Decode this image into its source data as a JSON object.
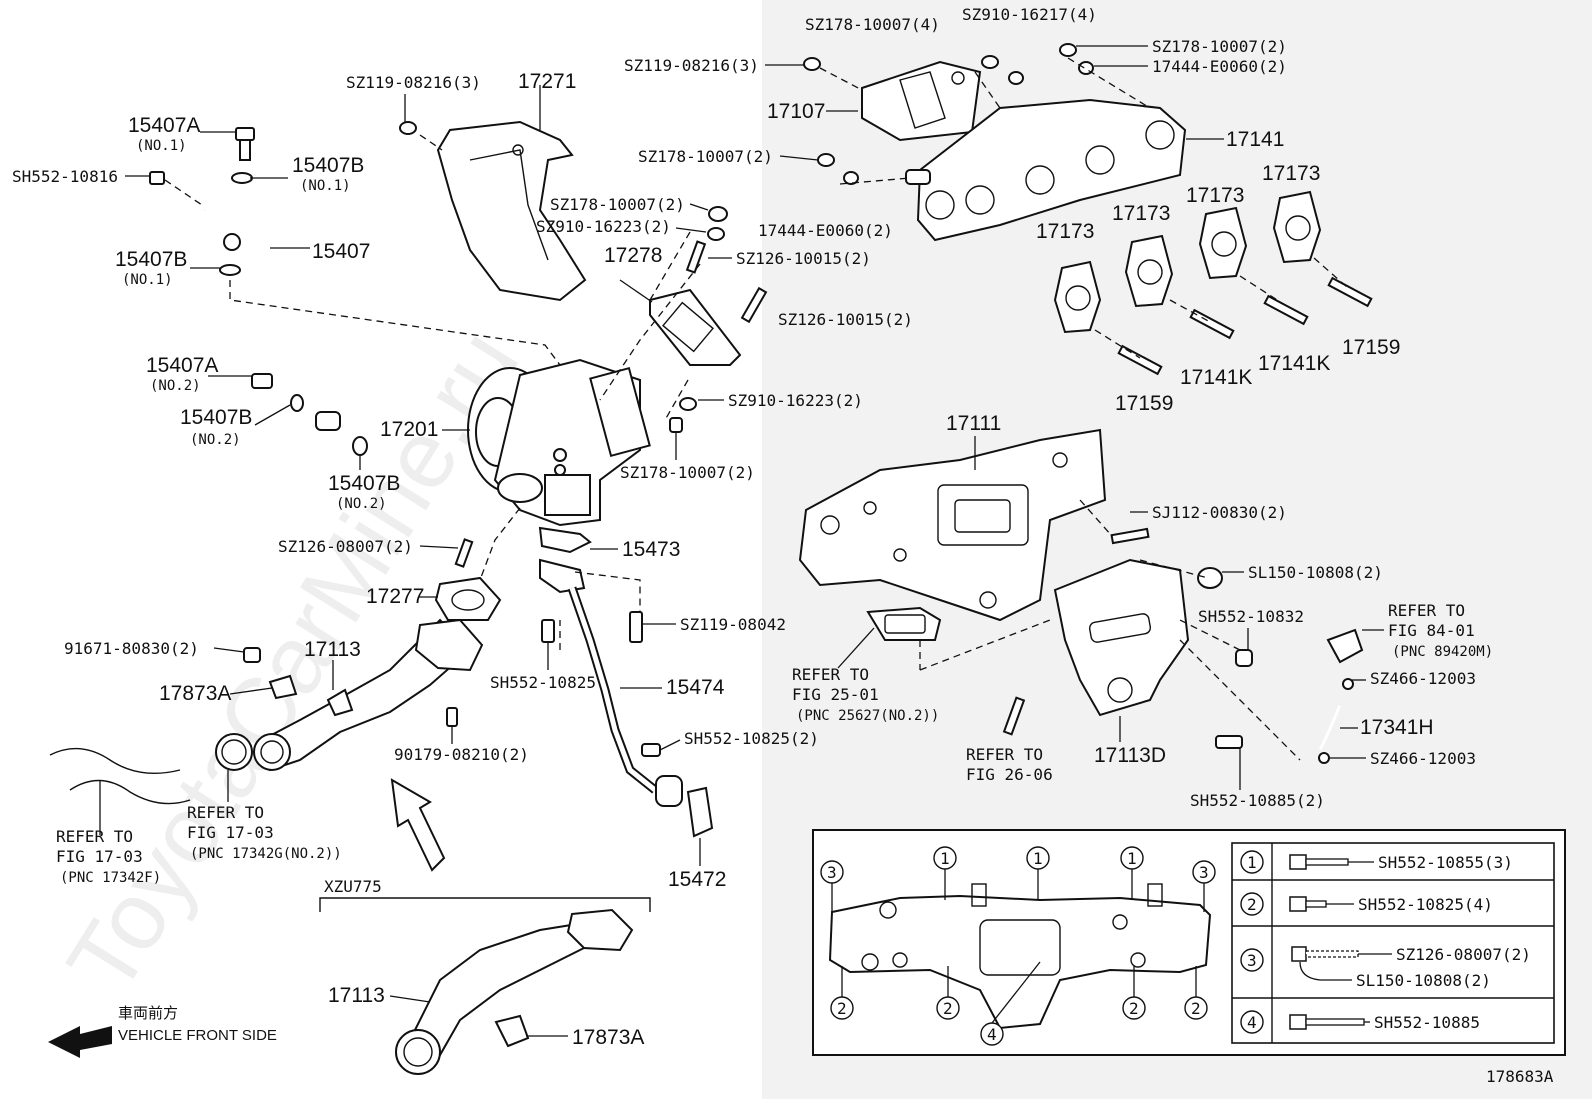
{
  "watermark": "ToyotaCarMine.ru",
  "diagram_id": "178683A",
  "front_side": {
    "jp": "車両前方",
    "en": "VEHICLE FRONT SIDE"
  },
  "variant_label": "XZU775",
  "colors": {
    "line": "#111111",
    "shade": "#f2f2f2"
  },
  "labels": {
    "p17271": "17271",
    "p17107": "17107",
    "p17141": "17141",
    "p17201": "17201",
    "p17278": "17278",
    "p17111": "17111",
    "p17277": "17277",
    "p17113a": "17113",
    "p17113b": "17113",
    "p17873a_1": "17873A",
    "p17873a_2": "17873A",
    "p17113d": "17113D",
    "p17341h": "17341H",
    "p15407": "15407",
    "p15473": "15473",
    "p15474": "15474",
    "p15472": "15472",
    "p17159a": "17159",
    "p17159b": "17159",
    "p17141k_a": "17141K",
    "p17141k_b": "17141K",
    "p17173a": "17173",
    "p17173b": "17173",
    "p17173c": "17173",
    "p17173d": "17173",
    "p15407a_1": "15407A",
    "p15407a_1n": "(NO.1)",
    "p15407b_1": "15407B",
    "p15407b_1n": "(NO.1)",
    "p15407b_2": "15407B",
    "p15407b_2n": "(NO.1)",
    "p15407a_2": "15407A",
    "p15407a_2n": "(NO.2)",
    "p15407b_3": "15407B",
    "p15407b_3n": "(NO.2)",
    "p15407b_4": "15407B",
    "p15407b_4n": "(NO.2)",
    "sh552_10816": "SH552-10816",
    "sz119_08216_a": "SZ119-08216(3)",
    "sz119_08216_b": "SZ119-08216(3)",
    "sz178_10007_4": "SZ178-10007(4)",
    "sz910_16217": "SZ910-16217(4)",
    "sz178_10007_2a": "SZ178-10007(2)",
    "e0060_a": "17444-E0060(2)",
    "sz178_10007_2b": "SZ178-10007(2)",
    "e0060_b": "17444-E0060(2)",
    "sz178_10007_2c": "SZ178-10007(2)",
    "sz910_16223_a": "SZ910-16223(2)",
    "sz126_10015_a": "SZ126-10015(2)",
    "sz126_10015_b": "SZ126-10015(2)",
    "sz910_16223_b": "SZ910-16223(2)",
    "sz178_10007_2d": "SZ178-10007(2)",
    "sj112": "SJ112-00830(2)",
    "sl150": "SL150-10808(2)",
    "sh552_10832": "SH552-10832",
    "sz126_08007": "SZ126-08007(2)",
    "sz119_08042": "SZ119-08042",
    "sh552_10825_a": "SH552-10825",
    "sh552_10825_b": "SH552-10825(2)",
    "n91671": "91671-80830(2)",
    "n90179": "90179-08210(2)",
    "sz466_a": "SZ466-12003",
    "sz466_b": "SZ466-12003",
    "sh552_10885_2": "SH552-10885(2)"
  },
  "refers": {
    "r84_1": "REFER TO",
    "r84_2": "FIG 84-01",
    "r84_3": "(PNC 89420M)",
    "r25_1": "REFER TO",
    "r25_2": "FIG 25-01",
    "r25_3": "(PNC 25627(NO.2))",
    "r26_1": "REFER TO",
    "r26_2": "FIG 26-06",
    "r17a_1": "REFER TO",
    "r17a_2": "FIG 17-03",
    "r17a_3": "(PNC 17342G(NO.2))",
    "r17b_1": "REFER TO",
    "r17b_2": "FIG 17-03",
    "r17b_3": "(PNC 17342F)"
  },
  "legend": [
    {
      "num": "1",
      "part": "SH552-10855(3)"
    },
    {
      "num": "2",
      "part": "SH552-10825(4)"
    },
    {
      "num": "3",
      "part": "SZ126-08007(2)",
      "part2": "SL150-10808(2)"
    },
    {
      "num": "4",
      "part": "SH552-10885"
    }
  ],
  "callouts": [
    "3",
    "1",
    "1",
    "1",
    "3",
    "2",
    "2",
    "4",
    "2",
    "2"
  ]
}
